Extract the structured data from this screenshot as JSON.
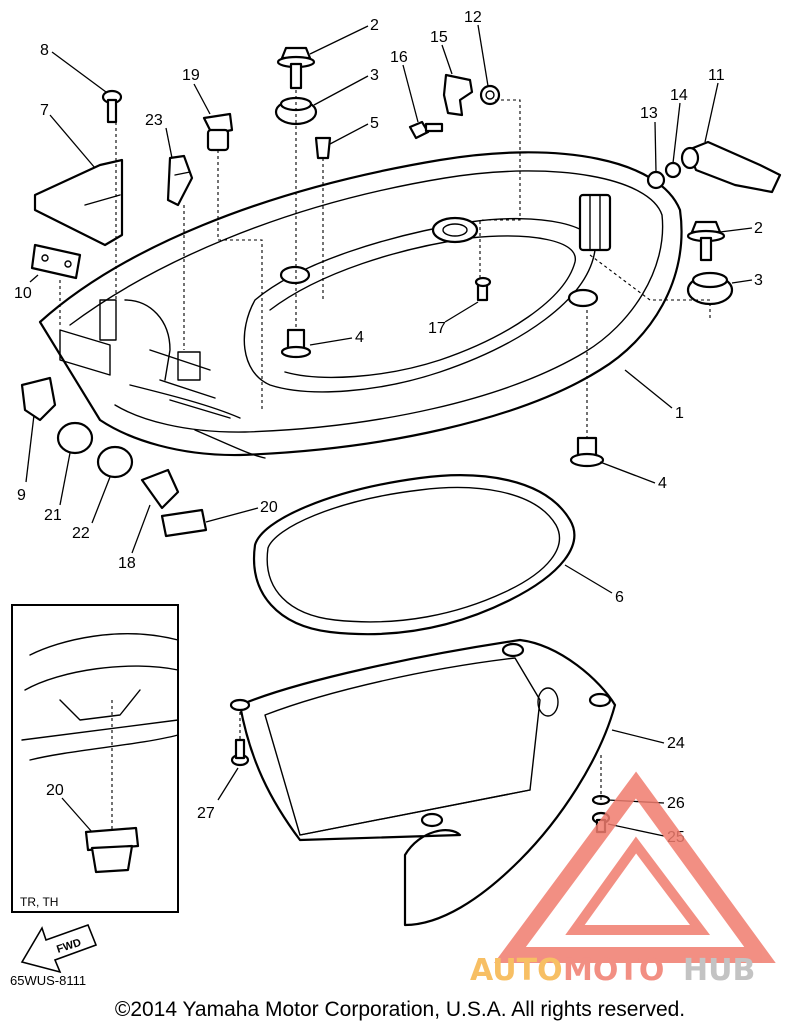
{
  "callouts": [
    "1",
    "2",
    "2",
    "3",
    "3",
    "4",
    "4",
    "5",
    "6",
    "7",
    "8",
    "9",
    "10",
    "11",
    "12",
    "13",
    "14",
    "15",
    "16",
    "17",
    "18",
    "19",
    "20",
    "20",
    "21",
    "22",
    "23",
    "24",
    "25",
    "26",
    "27"
  ],
  "inset_label": "TR, TH",
  "fwd_label": "FWD",
  "catalog_code": "65WUS-8111",
  "copyright": "©2014 Yamaha Motor Corporation, U.S.A. All rights reserved.",
  "watermark": {
    "part1": "AUTO",
    "part2": "MOTO",
    "part3": "HUB",
    "color1": "#f6b54a",
    "color2": "#f07c6e",
    "color3": "#b9b9b9"
  }
}
